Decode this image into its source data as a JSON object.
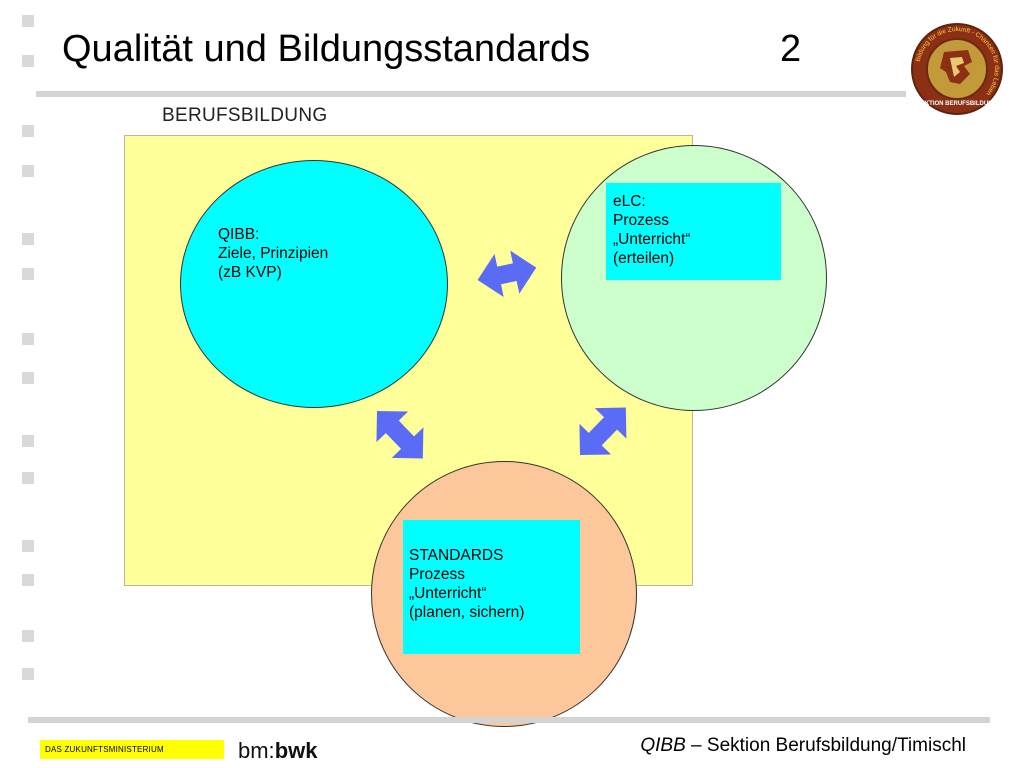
{
  "header": {
    "title": "Qualität und Bildungsstandards",
    "page_number": "2"
  },
  "diagram": {
    "label": "BERUFSBILDUNG",
    "qibb": {
      "lines": [
        "QIBB:",
        "Ziele, Prinzipien",
        "(zB KVP)"
      ]
    },
    "elc": {
      "lines": [
        "eLC:",
        "Prozess",
        "„Unterricht“",
        "(erteilen)"
      ]
    },
    "standards": {
      "lines": [
        "STANDARDS",
        "Prozess",
        "„Unterricht“",
        "(planen, sichern)"
      ]
    }
  },
  "footer": {
    "ministry": "DAS ZUKUNFTSMINISTERIUM",
    "logo_prefix": "bm:",
    "logo_bold": "bwk",
    "credit_italic": "QIBB",
    "credit_rest": " – Sektion Berufsbildung/Timischl"
  },
  "seal": {
    "ring_text": "Bildung für die Zukunft - Chancen für das Leben",
    "bottom_text": "SEKTION BERUFSBILDUNG"
  },
  "colors": {
    "panel": "#ffff99",
    "qibb_circle": "#00ffff",
    "elc_circle": "#ccffcc",
    "standards_circle": "#fcc89b",
    "text_box": "#00ffff",
    "arrow": "#5a6cf5",
    "footer_bar": "#ffff00"
  }
}
